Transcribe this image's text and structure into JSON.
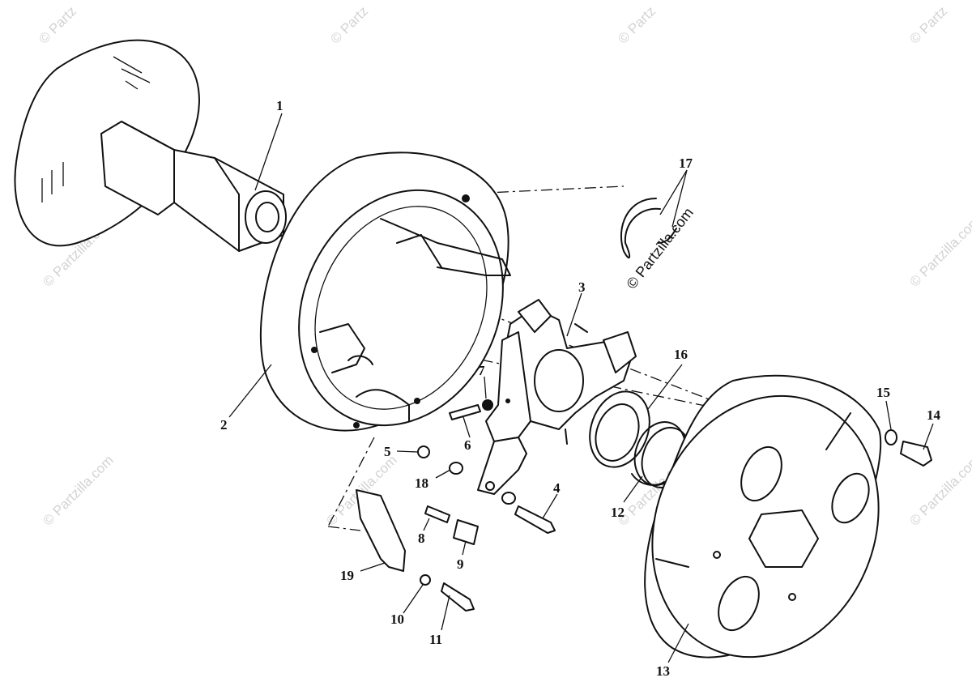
{
  "diagram": {
    "callouts": [
      {
        "id": "c1",
        "text": "1"
      },
      {
        "id": "c2",
        "text": "2"
      },
      {
        "id": "c3",
        "text": "3"
      },
      {
        "id": "c4",
        "text": "4"
      },
      {
        "id": "c5",
        "text": "5"
      },
      {
        "id": "c6",
        "text": "6"
      },
      {
        "id": "c7",
        "text": "7"
      },
      {
        "id": "c8",
        "text": "8"
      },
      {
        "id": "c9",
        "text": "9"
      },
      {
        "id": "c10",
        "text": "10"
      },
      {
        "id": "c11",
        "text": "11"
      },
      {
        "id": "c12",
        "text": "12"
      },
      {
        "id": "c13",
        "text": "13"
      },
      {
        "id": "c14",
        "text": "14"
      },
      {
        "id": "c15",
        "text": "15"
      },
      {
        "id": "c16",
        "text": "16"
      },
      {
        "id": "c17",
        "text": "17"
      },
      {
        "id": "c18",
        "text": "18"
      },
      {
        "id": "c19",
        "text": "19"
      }
    ],
    "watermark_text": "© Partzilla.com",
    "watermark_short": "© Partz"
  }
}
